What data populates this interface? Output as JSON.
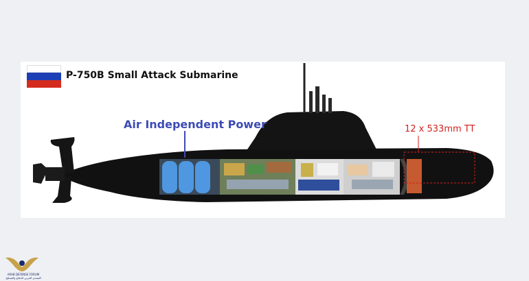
{
  "title": "P-750B Small Attack Submarine",
  "flag": {
    "country": "Russia",
    "colors": [
      "#ffffff",
      "#1d3fb5",
      "#d52b1e"
    ]
  },
  "annotations": {
    "aip_label": "Air Independent Power",
    "torpedo_label": "12 x 533mm TT"
  },
  "colors": {
    "hull": "#111111",
    "aip_label": "#3d4bb5",
    "torpedo_label": "#d21f1f",
    "background": "#eef0f3"
  },
  "watermark": {
    "logo": "DA winged emblem",
    "text_line1": "ARAB DEFENSE FORUM",
    "text_line2": "المنتدى العربي للدفاع والتسليح"
  }
}
